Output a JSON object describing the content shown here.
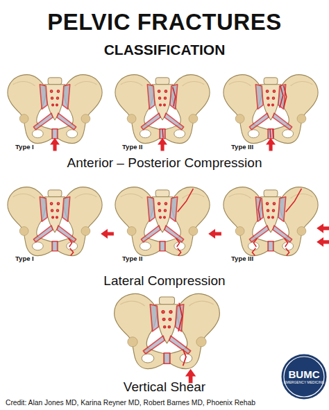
{
  "diagram": {
    "title": "PELVIC FRACTURES",
    "nodes": [
      {
        "text": [
          "BUMC",
          "EMERGENCY MEDICINE"
        ]
      }
    ],
    "labels": [
      "CLASSIFICATION",
      "Type I",
      "Type II",
      "Type III",
      "Anterior – Posterior Compression",
      "Type I",
      "Type II",
      "Type III",
      "Lateral Compression",
      "Vertical Shear",
      "Credit: Alan Jones MD, Karina Reyner MD, Robert Barnes MD, Phoenix Rehab"
    ]
  }
}
